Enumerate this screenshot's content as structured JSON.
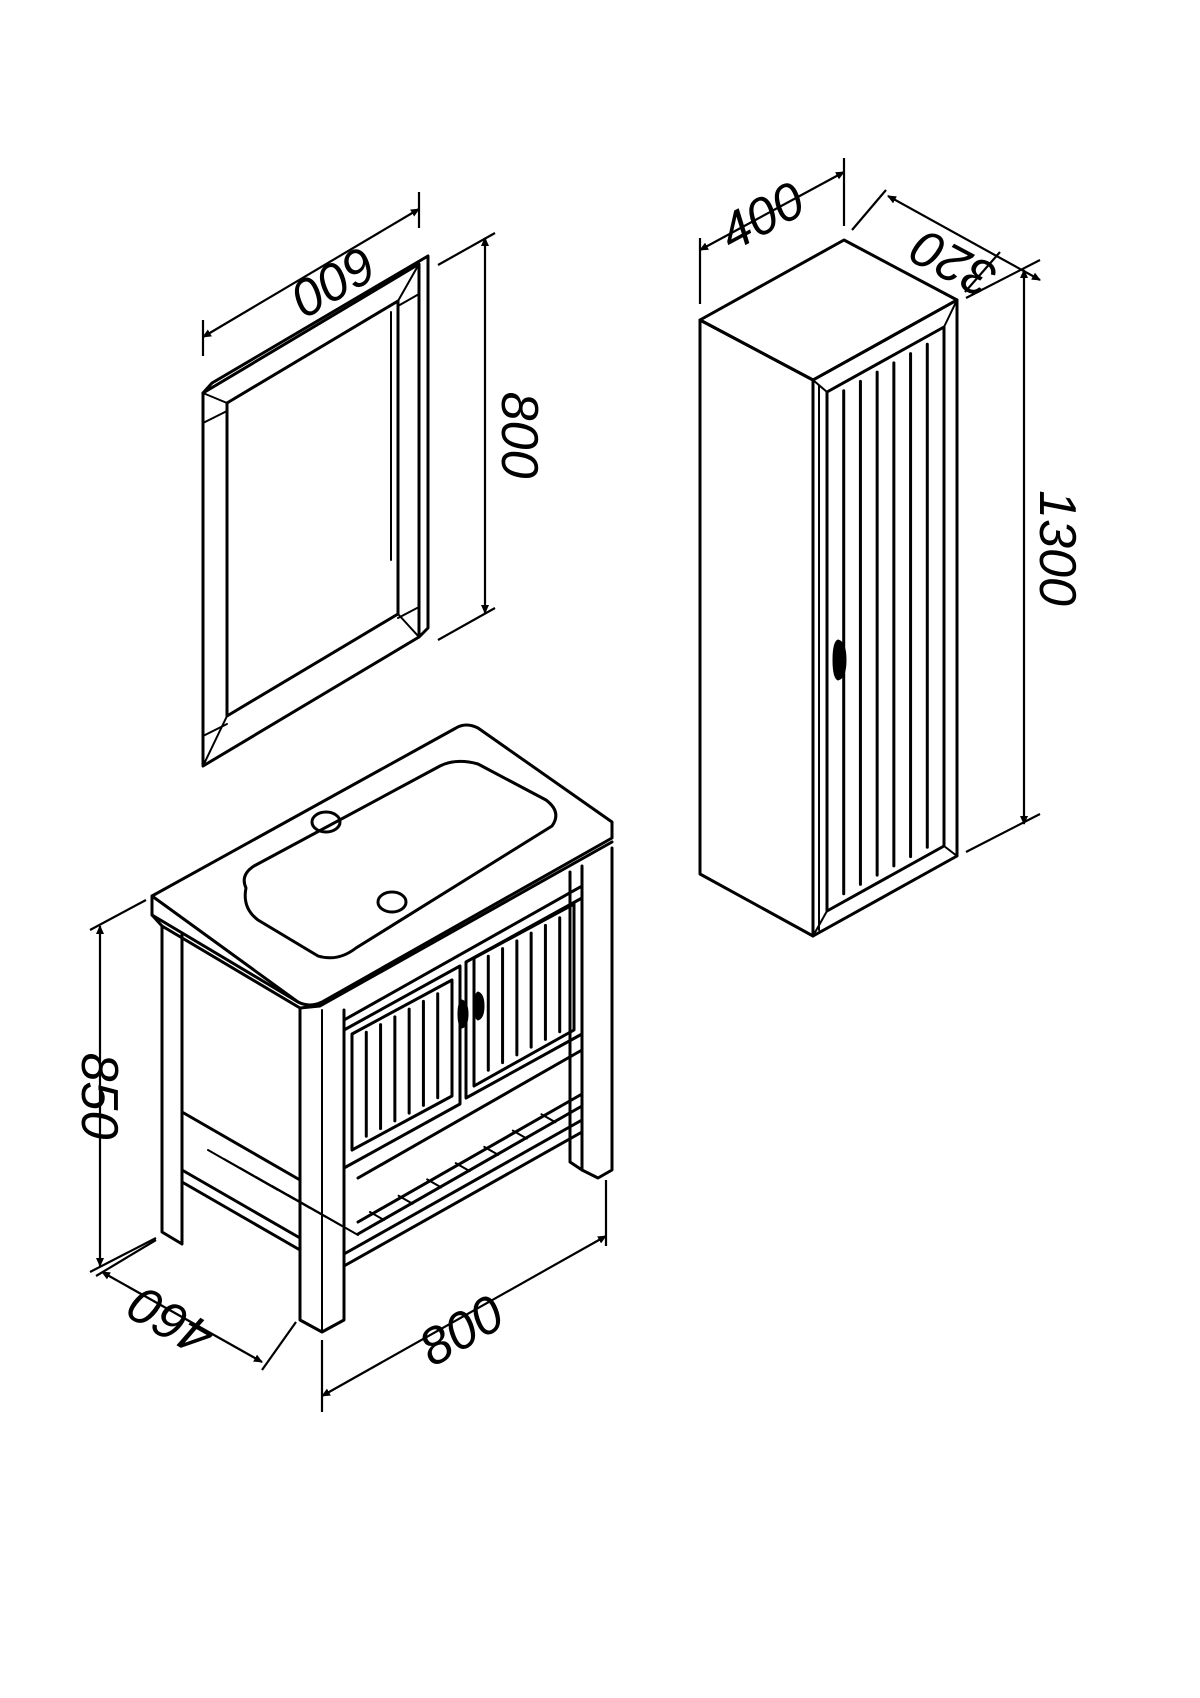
{
  "mirror": {
    "width_label": "600",
    "height_label": "800"
  },
  "tall_cabinet": {
    "width_label": "400",
    "depth_label": "320",
    "height_label": "1300"
  },
  "vanity": {
    "height_label": "850",
    "depth_label": "460",
    "width_label": "800"
  }
}
